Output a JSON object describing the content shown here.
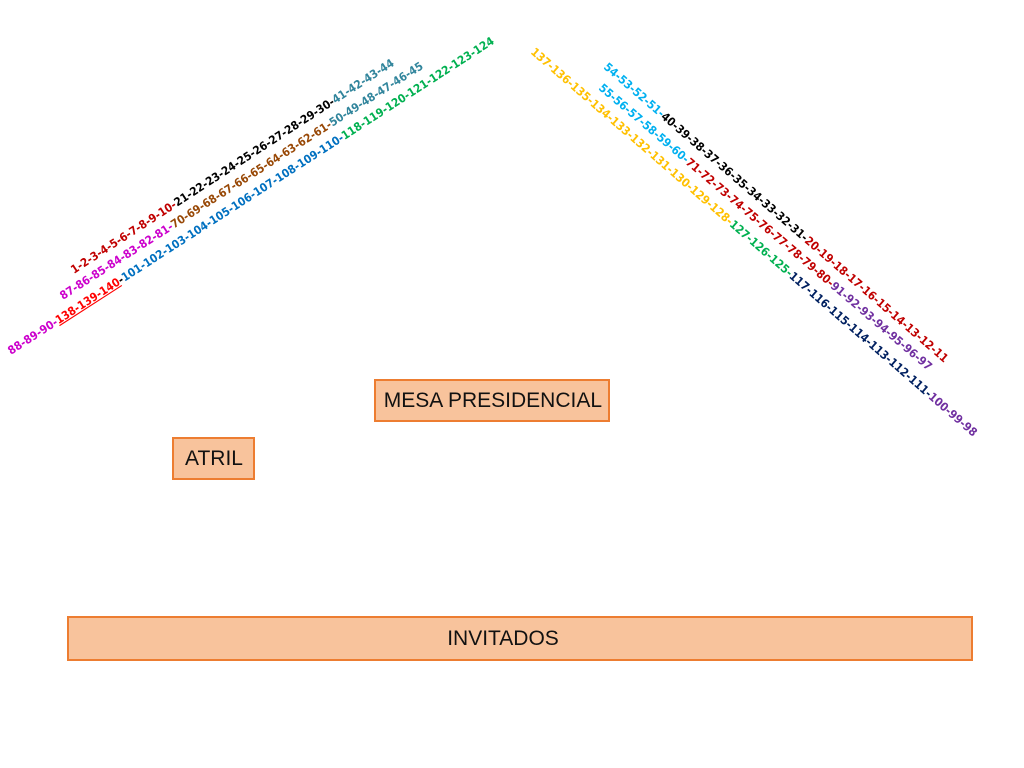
{
  "labels": {
    "mesa": "MESA PRESIDENCIAL",
    "atril": "ATRIL",
    "invitados": "INVITADOS"
  },
  "colors": {
    "box_fill": "#f8c39c",
    "box_border": "#ed7d31",
    "dark_red": "#c00000",
    "black": "#000000",
    "teal": "#31859c",
    "purple": "#7030a0",
    "magenta": "#cc00cc",
    "brown": "#984806",
    "light_blue": "#00b0f0",
    "orange": "#ffc000",
    "green": "#00b050",
    "red": "#ff0000",
    "blue": "#0070c0",
    "navy": "#002060"
  },
  "seat_rows": {
    "left": [
      {
        "segments": [
          {
            "text": "1-2-3-4-5-6-7-8-9-10-",
            "color": "dark_red"
          },
          {
            "text": "21-22-23-24-25-26-27-28-29-30-",
            "color": "black"
          },
          {
            "text": "41-42-43-44",
            "color": "teal"
          }
        ]
      },
      {
        "segments": [
          {
            "text": "87-86-85-84-83-82-81-",
            "color": "magenta"
          },
          {
            "text": "70-69-68-67-66-65-64-63-62-61-",
            "color": "brown"
          },
          {
            "text": "50-49-48-47-46-45",
            "color": "teal"
          }
        ]
      },
      {
        "segments": [
          {
            "text": "88-89-90-",
            "color": "magenta"
          },
          {
            "text": "138-139-140",
            "color": "red",
            "underline": true
          },
          {
            "text": "-",
            "color": "black"
          },
          {
            "text": "101-102-103-104-105-106-107-108-109-110-",
            "color": "blue"
          },
          {
            "text": "118-119-120-121-122-123-124",
            "color": "green"
          }
        ]
      }
    ],
    "right": [
      {
        "segments": [
          {
            "text": "137-136-135-134-133-132-131-130-129-128-",
            "color": "orange"
          },
          {
            "text": "127-126-125-",
            "color": "green"
          },
          {
            "text": "117-116-115-114-113-112-111-",
            "color": "navy"
          },
          {
            "text": "100-99-98",
            "color": "purple"
          }
        ]
      },
      {
        "segments": [
          {
            "text": "55-56-57-58-59-60-",
            "color": "light_blue"
          },
          {
            "text": "71-72-73-74-75-76-77-78-79-80-",
            "color": "dark_red"
          },
          {
            "text": "91-92-93-94-95-96-97",
            "color": "purple"
          }
        ]
      },
      {
        "segments": [
          {
            "text": "54-53-52-51-",
            "color": "light_blue"
          },
          {
            "text": "40-39-38-37-36-35-34-33-32-31-",
            "color": "black"
          },
          {
            "text": "20-19-18-17-16-15-14-13-12-11",
            "color": "dark_red"
          }
        ]
      }
    ]
  }
}
